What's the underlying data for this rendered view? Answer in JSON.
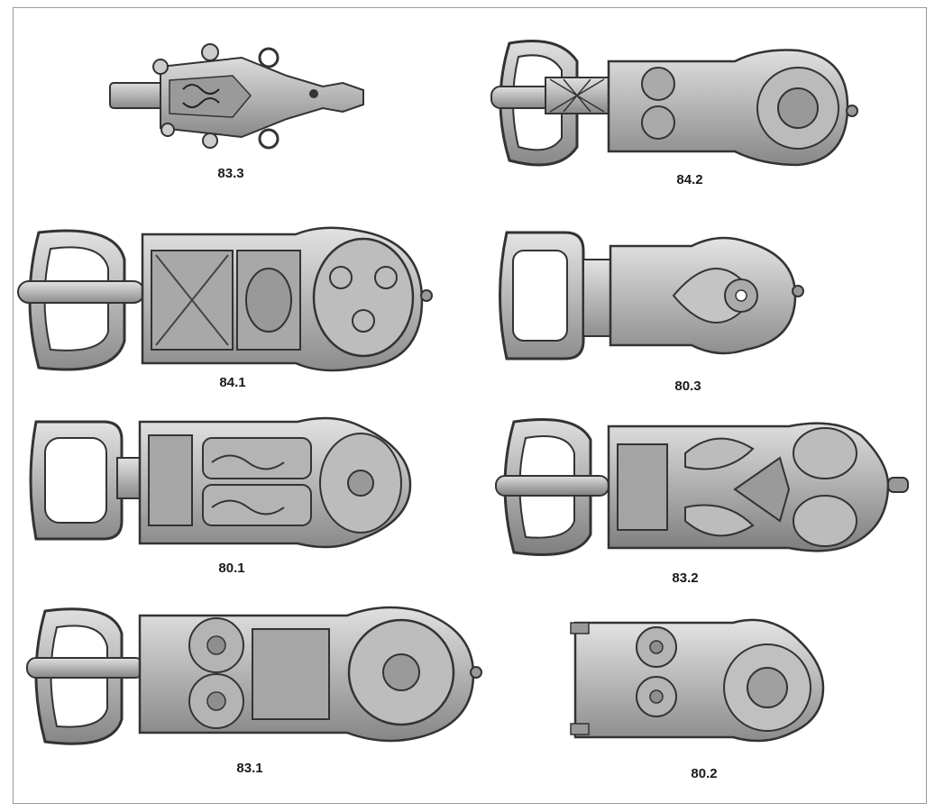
{
  "figures": [
    {
      "id": "f833",
      "label": "83.3"
    },
    {
      "id": "f842",
      "label": "84.2"
    },
    {
      "id": "f841",
      "label": "84.1"
    },
    {
      "id": "f803",
      "label": "80.3"
    },
    {
      "id": "f801",
      "label": "80.1"
    },
    {
      "id": "f832",
      "label": "83.2"
    },
    {
      "id": "f831",
      "label": "83.1"
    },
    {
      "id": "f802",
      "label": "80.2"
    }
  ],
  "colors": {
    "ink": "#2b2b2b",
    "metal": "#b9b9b9",
    "metal_light": "#d9d9d9",
    "metal_dark": "#7c7c7c",
    "paper": "#ffffff"
  }
}
